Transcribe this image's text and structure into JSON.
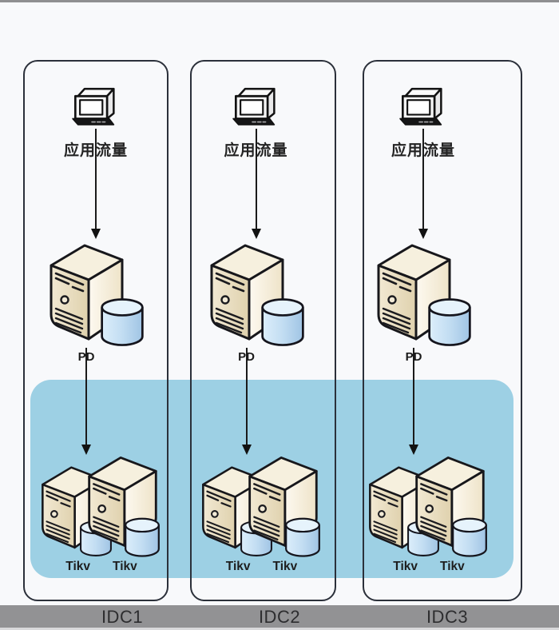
{
  "diagram": {
    "title_implicit": "TiDB multi-IDC deployment traffic flow",
    "columns": [
      {
        "name": "IDC1",
        "traffic_label": "应用流量",
        "pd_label": "PD",
        "tikv_labels": [
          "Tikv",
          "Tikv"
        ]
      },
      {
        "name": "IDC2",
        "traffic_label": "应用流量",
        "pd_label": "PD",
        "tikv_labels": [
          "Tikv",
          "Tikv"
        ]
      },
      {
        "name": "IDC3",
        "traffic_label": "应用流量",
        "pd_label": "PD",
        "tikv_labels": [
          "Tikv",
          "Tikv"
        ]
      }
    ],
    "footer_labels": [
      "IDC1",
      "IDC2",
      "IDC3"
    ],
    "icons": {
      "client": "client-computer-icon",
      "pd_server": "server-tower-icon",
      "database": "database-cylinder-icon",
      "tikv_servers": "dual-server-tower-icon"
    },
    "colors": {
      "page_background": "#f8f9fb",
      "storage_band": "#9dd0e4",
      "column_border": "#2b303a",
      "footer_bar": "#929294",
      "footer_text": "#2d2d2f",
      "server_front": "#e9ddc0",
      "server_side": "#f7f1e2",
      "server_top": "#f6f0de",
      "cylinder_blue": "#b7d7ef",
      "line_color": "#1a1a1a"
    }
  }
}
